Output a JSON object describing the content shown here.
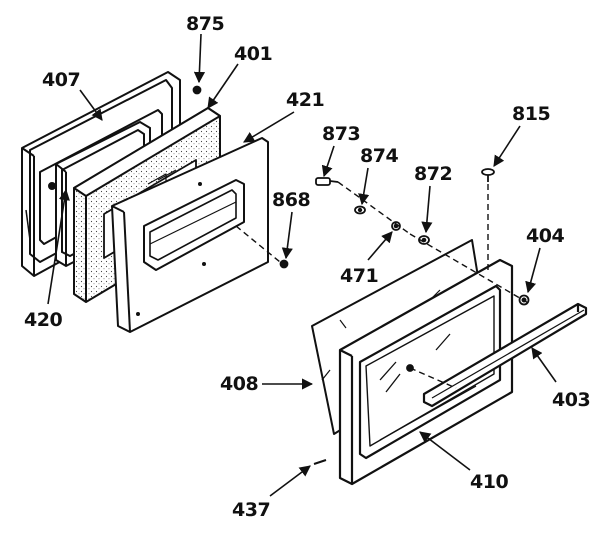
{
  "diagram": {
    "kind": "exploded-parts-view",
    "subject": "oven door assembly",
    "ink_color": "#111111",
    "paper_color": "#ffffff",
    "callouts": [
      {
        "id": "p875",
        "text": "875"
      },
      {
        "id": "p401",
        "text": "401"
      },
      {
        "id": "p407",
        "text": "407"
      },
      {
        "id": "p421",
        "text": "421"
      },
      {
        "id": "p873",
        "text": "873"
      },
      {
        "id": "p874",
        "text": "874"
      },
      {
        "id": "p815",
        "text": "815"
      },
      {
        "id": "p872",
        "text": "872"
      },
      {
        "id": "p868",
        "text": "868"
      },
      {
        "id": "p404",
        "text": "404"
      },
      {
        "id": "p471",
        "text": "471"
      },
      {
        "id": "p420",
        "text": "420"
      },
      {
        "id": "p408",
        "text": "408"
      },
      {
        "id": "p403",
        "text": "403"
      },
      {
        "id": "p410",
        "text": "410"
      },
      {
        "id": "p437",
        "text": "437"
      }
    ]
  }
}
